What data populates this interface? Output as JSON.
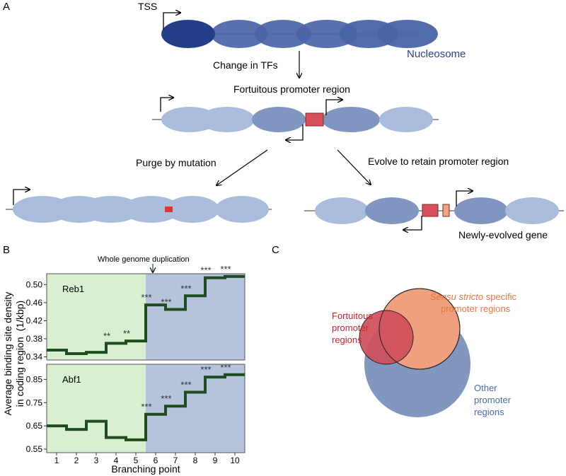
{
  "panelA": {
    "letter": "A",
    "tss": "TSS",
    "nucleosome": "Nucleosome",
    "change": "Change in TFs",
    "fortuitous": "Fortuitous promoter region",
    "purge": "Purge by mutation",
    "evolve": "Evolve to retain promoter region",
    "newly": "Newly-evolved gene"
  },
  "panelB": {
    "letter": "B",
    "wgd": "Whole genome duplication",
    "ylabel_line1": "Average binding site density",
    "ylabel_line2": "in coding region",
    "ylabel_unit": "(1/kbp)",
    "xlabel": "Branching point"
  },
  "panelC": {
    "letter": "C",
    "fortuitous_l1": "Fortuitous",
    "fortuitous_l2": "promoter",
    "fortuitous_l3": "regions",
    "sensu_italic": "Sensu stricto",
    "sensu_rest": " specific",
    "sensu_l2": "promoter regions",
    "other_l1": "Other",
    "other_l2": "promoter",
    "other_l3": "regions"
  },
  "colors": {
    "dark_nucleosome": "#243f8a",
    "mid_nucleosome": "#4a64a6",
    "light_nucleosome": "#a9bcdc",
    "medium_nucleosome": "#8096c0",
    "red_site": "#d5505a",
    "orange_site": "#f0a282",
    "pre_wgd_bg": "#d8efd1",
    "post_wgd_bg": "#b6c3dc",
    "step_line": "#1f4d1f",
    "venn_blue": "#8197bf",
    "venn_orange": "#f0a07e",
    "venn_red": "#d0505a",
    "nucleosome_label": "#2b3f8a",
    "fortuitous_label": "#c4242e",
    "sensu_label": "#e9743f",
    "other_label": "#4c6aa5"
  },
  "chart_data": [
    {
      "type": "line",
      "title": "Reb1",
      "x": [
        1,
        2,
        3,
        4,
        5,
        6,
        7,
        8,
        9,
        10
      ],
      "values": [
        0.355,
        0.347,
        0.35,
        0.37,
        0.375,
        0.455,
        0.445,
        0.475,
        0.515,
        0.518
      ],
      "significance": [
        "",
        "",
        "",
        "**",
        "**",
        "***",
        "***",
        "***",
        "***",
        "***"
      ],
      "yticks": [
        0.34,
        0.38,
        0.42,
        0.46,
        0.5
      ],
      "ylim": [
        0.333,
        0.524
      ],
      "xlim": [
        0.5,
        10.5
      ],
      "wgd_after": 5
    },
    {
      "type": "line",
      "title": "Abf1",
      "x": [
        1,
        2,
        3,
        4,
        5,
        6,
        7,
        8,
        9,
        10
      ],
      "values": [
        0.65,
        0.635,
        0.67,
        0.6,
        0.59,
        0.7,
        0.735,
        0.795,
        0.86,
        0.87
      ],
      "significance": [
        "",
        "",
        "",
        "",
        "",
        "***",
        "***",
        "***",
        "***",
        "***"
      ],
      "yticks": [
        0.55,
        0.65,
        0.75,
        0.85
      ],
      "ylim": [
        0.535,
        0.915
      ],
      "xlim": [
        0.5,
        10.5
      ],
      "wgd_after": 5
    }
  ]
}
